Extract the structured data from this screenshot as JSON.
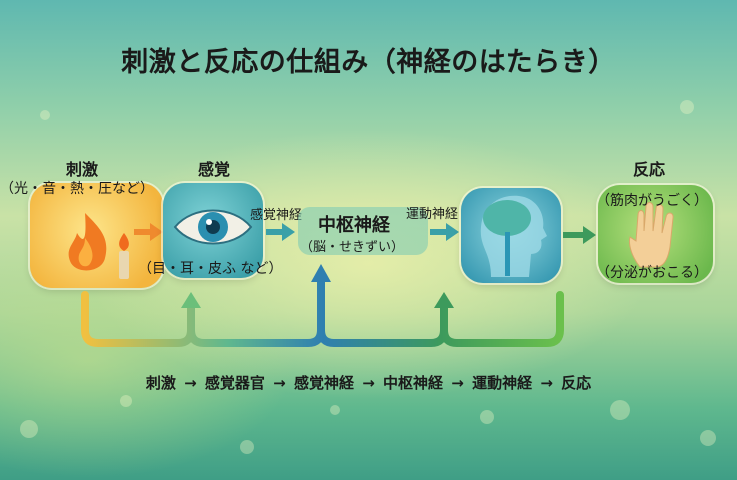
{
  "title": "刺激と反応の仕組み（神経のはたらき）",
  "stages": {
    "stimulus": {
      "label": "刺激",
      "sub": "（光・音・熱・圧など）",
      "icon": "fire-candle-icon",
      "color": "#f3b53e"
    },
    "sense": {
      "label": "感覚",
      "sub": "（目・耳・皮ふ など）",
      "icon": "eye-icon",
      "color": "#3b9fa8"
    },
    "sensory_nerve": {
      "label": "感覚神経"
    },
    "cns": {
      "label": "中枢神経",
      "sub": "（脳・せきずい）"
    },
    "motor_nerve": {
      "label": "運動神経"
    },
    "brain": {
      "icon": "brain-head-icon",
      "color": "#3a9bb3"
    },
    "response": {
      "label": "反応",
      "sub_top": "（筋肉がうごく）",
      "sub_bottom": "（分泌がおこる）",
      "icon": "hand-icon",
      "color": "#6bb84c"
    }
  },
  "flow": {
    "items": [
      "刺激",
      "感覚器官",
      "感覚神経",
      "中枢神経",
      "運動神経",
      "反応"
    ],
    "separator": "→"
  },
  "colors": {
    "arrow_orange": "#ef8a2e",
    "arrow_teal": "#3aa0a8",
    "arrow_blue": "#2f7fb0",
    "arrow_green": "#3d9a5c"
  }
}
